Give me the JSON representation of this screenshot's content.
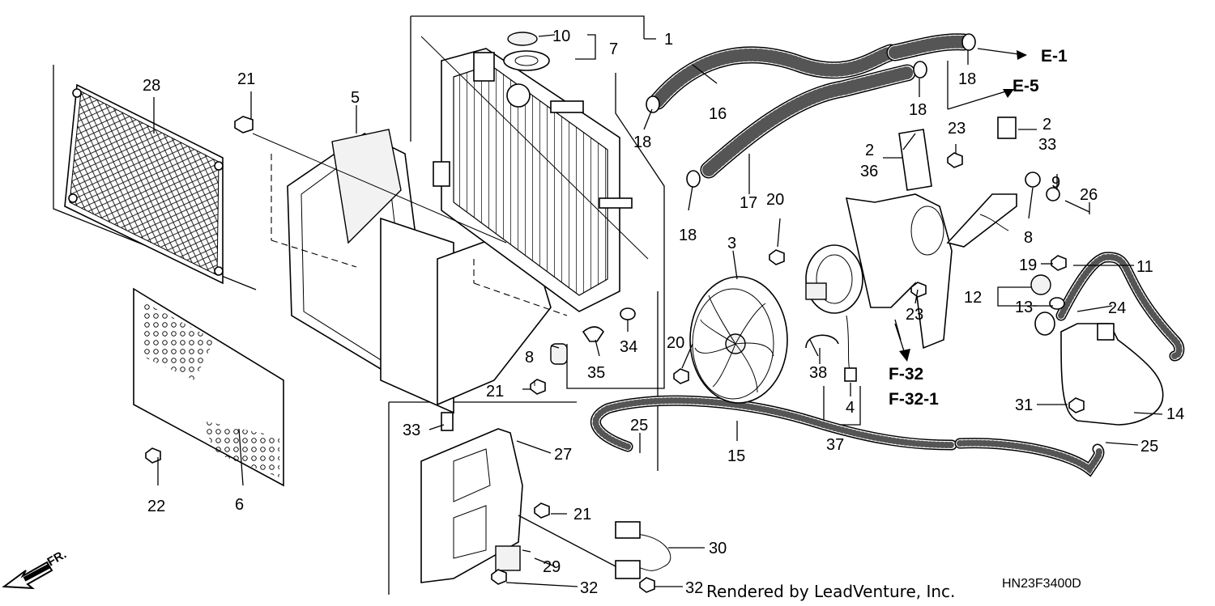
{
  "labels": {
    "l1": "1",
    "l2a": "2",
    "l2b": "2",
    "l3": "3",
    "l4": "4",
    "l5": "5",
    "l6": "6",
    "l7": "7",
    "l8a": "8",
    "l8b": "8",
    "l9": "9",
    "l10": "10",
    "l11": "11",
    "l12": "12",
    "l13": "13",
    "l14": "14",
    "l15": "15",
    "l16": "16",
    "l17": "17",
    "l18a": "18",
    "l18b": "18",
    "l18c": "18",
    "l18d": "18",
    "l19": "19",
    "l20a": "20",
    "l20b": "20",
    "l21a": "21",
    "l21b": "21",
    "l21c": "21",
    "l22": "22",
    "l23a": "23",
    "l23b": "23",
    "l24": "24",
    "l25a": "25",
    "l25b": "25",
    "l26": "26",
    "l27": "27",
    "l28": "28",
    "l29": "29",
    "l30": "30",
    "l31": "31",
    "l32a": "32",
    "l32b": "32",
    "l33a": "33",
    "l33b": "33",
    "l34": "34",
    "l35": "35",
    "l36": "36",
    "l37": "37",
    "l38": "38"
  },
  "refs": {
    "e1": "E-1",
    "e5": "E-5",
    "f32": "F-32",
    "f321": "F-32-1"
  },
  "front_marker": "FR.",
  "credit": "Rendered by LeadVenture, Inc.",
  "diagram_code": "HN23F3400D"
}
